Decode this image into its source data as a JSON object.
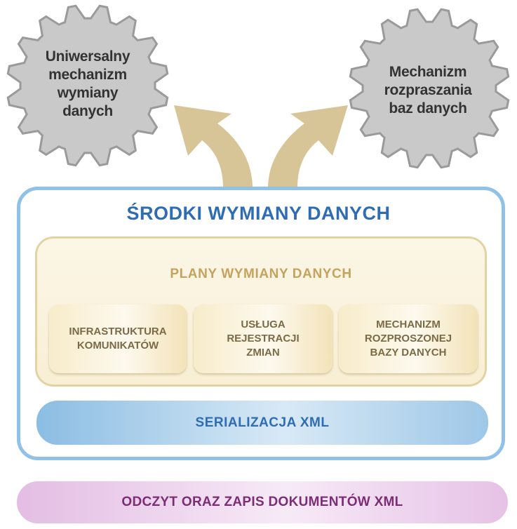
{
  "colors": {
    "gear_fill": "#c9c9c9",
    "gear_stroke": "#9a9a9a",
    "arrow": "#d7c497",
    "outer_border": "#8fc2e6",
    "outer_title": "#2f6db3",
    "plans_border": "#e3d2a2",
    "plans_title": "#c4a35f",
    "module_text": "#7b6a45",
    "xml_bar": "#8bbde3",
    "xml_io_bar": "#e3bde3",
    "xml_io_text": "#7c2d73"
  },
  "gears": {
    "left": {
      "lines": [
        "Uniwersalny",
        "mechanizm",
        "wymiany",
        "danych"
      ],
      "icon": "gear-icon"
    },
    "right": {
      "lines": [
        "Mechanizm",
        "rozpraszania",
        "baz danych"
      ],
      "icon": "gear-icon"
    }
  },
  "outer": {
    "title": "ŚRODKI WYMIANY DANYCH"
  },
  "plans": {
    "title": "PLANY WYMIANY DANYCH",
    "modules": [
      {
        "lines": [
          "INFRASTRUKTURA",
          "KOMUNIKATÓW"
        ]
      },
      {
        "lines": [
          "USŁUGA",
          "REJESTRACJI",
          "ZMIAN"
        ]
      },
      {
        "lines": [
          "MECHANIZM",
          "ROZPROSZONEJ",
          "BAZY DANYCH"
        ]
      }
    ]
  },
  "xml_serialization": {
    "label": "SERIALIZACJA XML"
  },
  "xml_io": {
    "label": "ODCZYT ORAZ ZAPIS DOKUMENTÓW XML"
  }
}
